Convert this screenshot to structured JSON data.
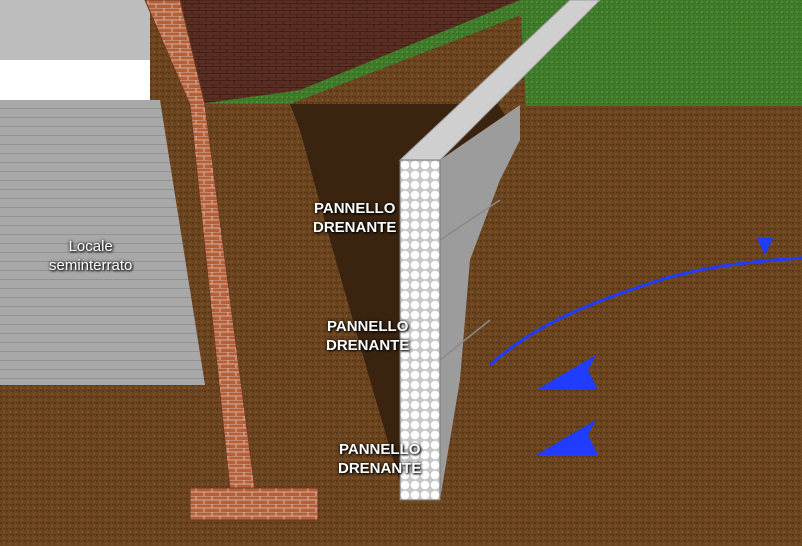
{
  "labels": {
    "room": {
      "line1": "Locale",
      "line2": "seminterrato"
    },
    "panel_top": {
      "line1": "PANNELLO",
      "line2": "DRENANTE"
    },
    "panel_middle": {
      "line1": "PANNELLO",
      "line2": "DRENANTE"
    },
    "panel_bottom": {
      "line1": "PANNELLO",
      "line2": "DRENANTE"
    }
  },
  "colors": {
    "soil": "#6b4420",
    "excavation": "#3a2410",
    "grass": "#3f7a2a",
    "brick": "#b5603a",
    "panel": "#d6d6d6",
    "water_table": "#1f3cff",
    "flow_arrow": "#1f3cff"
  },
  "icons": [
    "water-level-marker-icon",
    "water-flow-arrow-icon",
    "water-flow-arrow-icon"
  ]
}
